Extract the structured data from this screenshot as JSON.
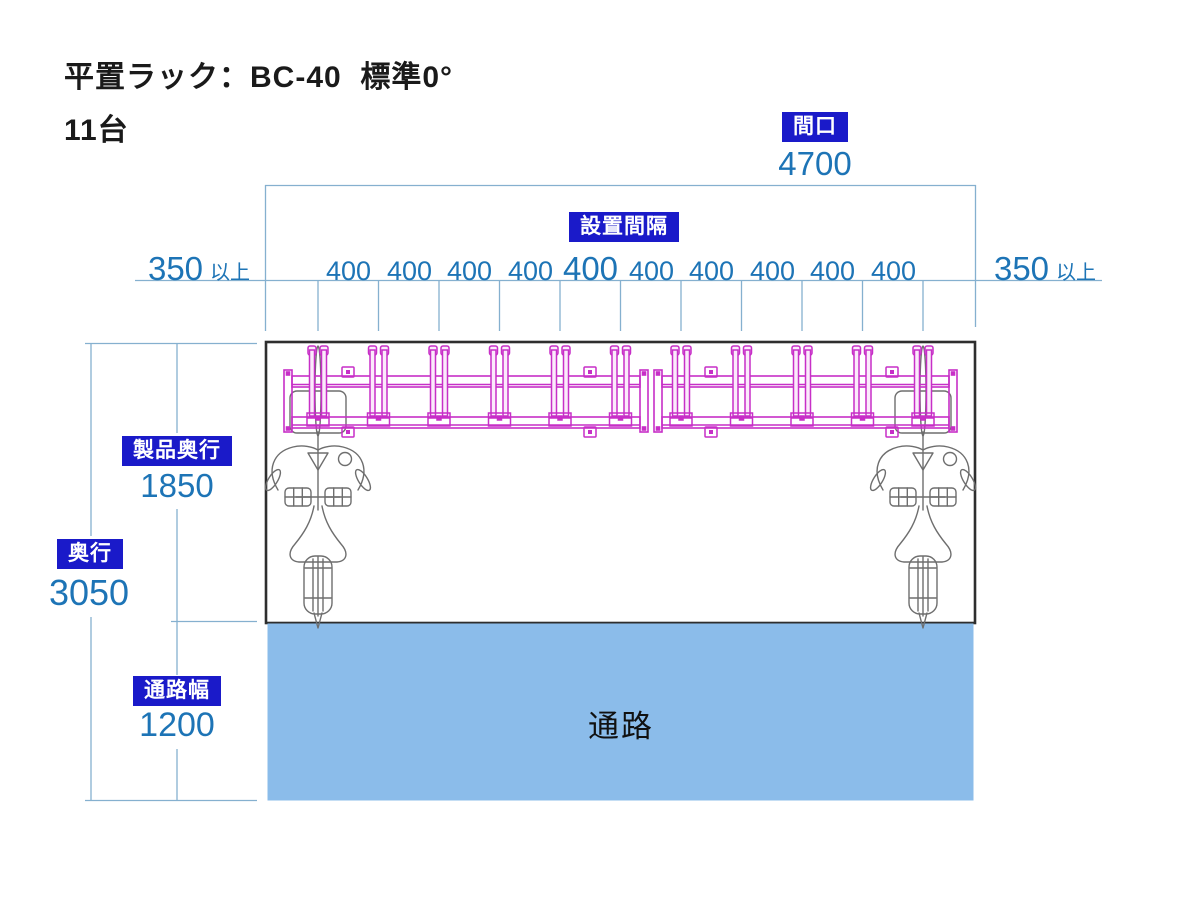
{
  "title": {
    "line1": "平置ラック：BC-40  標準0°",
    "line2": "11台"
  },
  "unit_count": "11",
  "top_dim": {
    "badge": "間口",
    "value": "4700"
  },
  "spacing_dim": {
    "badge": "設置間隔",
    "margin_left": {
      "value": "350",
      "suffix": "以上"
    },
    "margin_right": {
      "value": "350",
      "suffix": "以上"
    },
    "gaps": [
      "400",
      "400",
      "400",
      "400",
      "400",
      "400",
      "400",
      "400",
      "400",
      "400"
    ]
  },
  "left_dims": {
    "product_depth": {
      "badge": "製品奥行",
      "value": "1850"
    },
    "depth": {
      "badge": "奥行",
      "value": "3050"
    },
    "aisle_width": {
      "badge": "通路幅",
      "value": "1200"
    }
  },
  "aisle_label": "通路",
  "colors": {
    "badge_bg": "#1A1AC9",
    "dimension_text": "#1D74B6",
    "dimension_line": "#85B0CF",
    "rack_magenta": "#C72FC7",
    "aisle_fill": "#8BBCEA",
    "bike_gray": "#6E6E6E",
    "outline_black": "#2E2E2E"
  }
}
